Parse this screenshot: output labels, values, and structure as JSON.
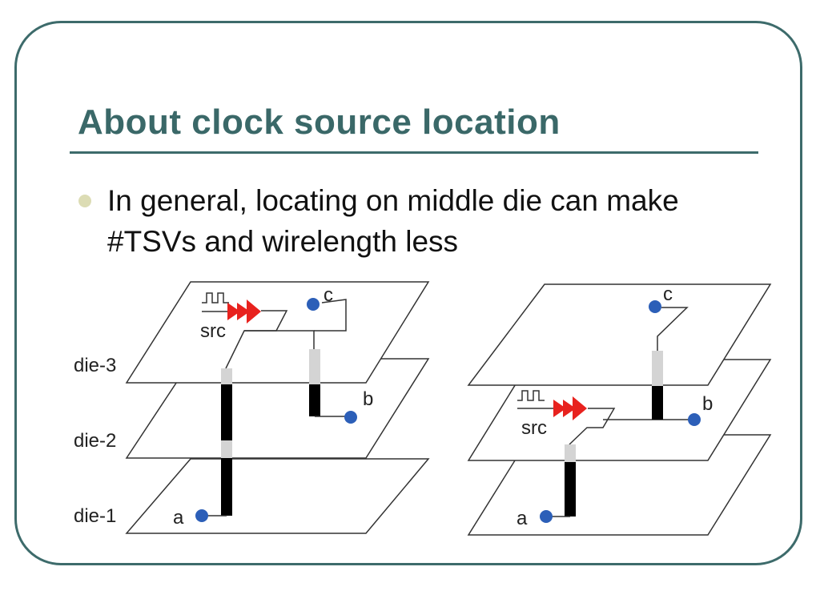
{
  "slide": {
    "title": "About clock source location",
    "bullet": "In general, locating on middle die can make #TSVs and wirelength less"
  },
  "left_diagram": {
    "layers": [
      "die-3",
      "die-2",
      "die-1"
    ],
    "source_label": "src",
    "sinks": [
      "a",
      "b",
      "c"
    ]
  },
  "right_diagram": {
    "source_label": "src",
    "sinks": [
      "a",
      "b",
      "c"
    ]
  },
  "colors": {
    "accent": "#3d6b6b",
    "bullet": "#dcdcb4",
    "buffer": "#e8221e",
    "sink": "#2c5fb8",
    "tsv": "#000000",
    "tsv_stub": "#d4d4d4"
  }
}
